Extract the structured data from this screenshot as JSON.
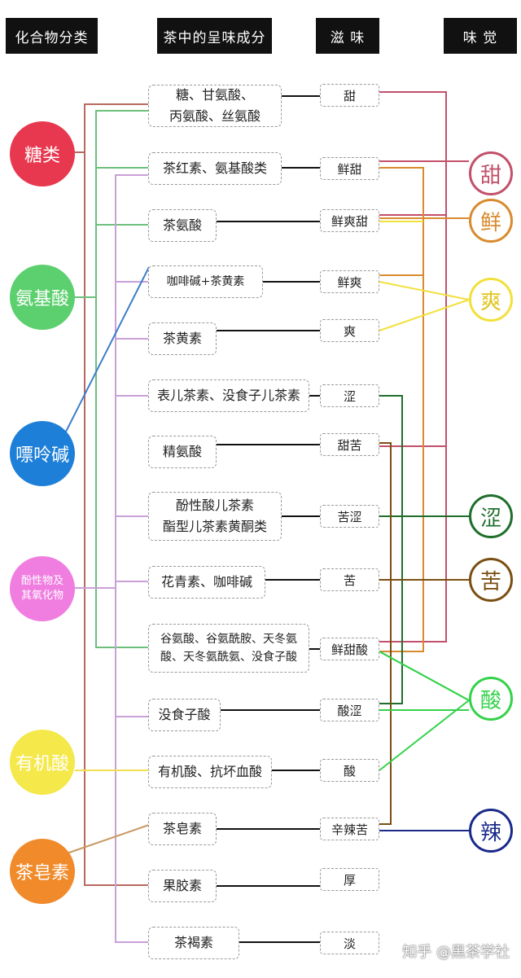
{
  "headers": [
    "化合物分类",
    "茶中的呈味成分",
    "滋 味",
    "味 觉"
  ],
  "categories": [
    {
      "label": "糖类",
      "color": "#e8384f"
    },
    {
      "label": "氨基酸",
      "color": "#5ccf6e"
    },
    {
      "label": "嘌呤碱",
      "color": "#1e7fd8"
    },
    {
      "label": "酚性物及其氧化物",
      "color": "#f07ee0"
    },
    {
      "label": "有机酸",
      "color": "#f5e84a"
    },
    {
      "label": "茶皂素",
      "color": "#f08a2a"
    }
  ],
  "components": [
    "糖、甘氨酸、\n丙氨酸、丝氨酸",
    "茶红素、氨基酸类",
    "茶氨酸",
    "咖啡碱+茶黄素",
    "茶黄素",
    "表儿茶素、没食子儿茶素",
    "精氨酸",
    "酚性酸儿茶素\n酯型儿茶素黄酮类",
    "花青素、咖啡碱",
    "谷氨酸、谷氨酰胺、天冬氨\n酸、天冬氨酰氨、没食子酸",
    "没食子酸",
    "有机酸、抗坏血酸",
    "茶皂素",
    "果胶素",
    "茶褐素"
  ],
  "flavors": [
    "甜",
    "鲜甜",
    "鲜爽甜",
    "鲜爽",
    "爽",
    "涩",
    "甜苦",
    "苦涩",
    "苦",
    "鲜甜酸",
    "酸涩",
    "酸",
    "辛辣苦",
    "厚",
    "淡"
  ],
  "tastes": [
    {
      "label": "甜",
      "color": "#c2506a"
    },
    {
      "label": "鲜",
      "color": "#d98a2e"
    },
    {
      "label": "爽",
      "color": "#f2e03c"
    },
    {
      "label": "涩",
      "color": "#1f6e2c"
    },
    {
      "label": "苦",
      "color": "#7a4f12"
    },
    {
      "label": "酸",
      "color": "#34d24a"
    },
    {
      "label": "辣",
      "color": "#1a2a8a"
    }
  ],
  "watermark": "知乎 @黑茶学社"
}
